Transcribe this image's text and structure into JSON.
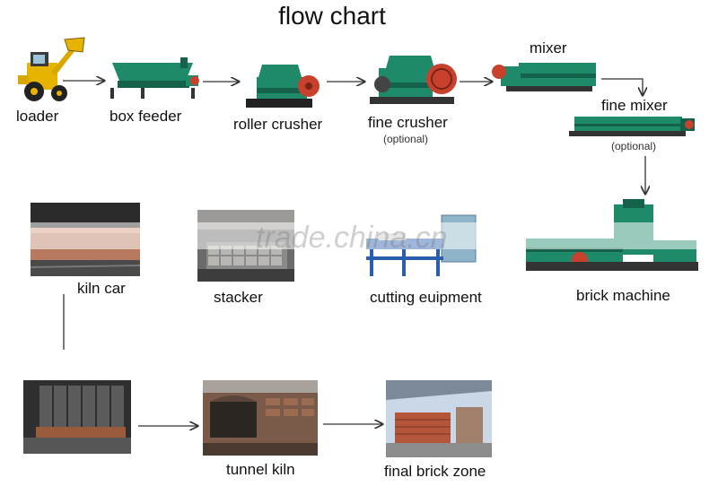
{
  "title": "flow chart",
  "watermark": "trade.china.cn",
  "colors": {
    "machine_teal": "#1f8a6a",
    "machine_dark": "#14624b",
    "accent_red": "#c8412c",
    "loader_yellow": "#e6b400",
    "brick_red": "#b4563a"
  },
  "stages": {
    "loader": {
      "label": "loader"
    },
    "box_feeder": {
      "label": "box feeder"
    },
    "roller_crusher": {
      "label": "roller crusher"
    },
    "fine_crusher": {
      "label": "fine crusher",
      "note": "(optional)"
    },
    "mixer": {
      "label": "mixer"
    },
    "fine_mixer": {
      "label": "fine mixer",
      "note": "(optional)"
    },
    "brick_machine": {
      "label": "brick machine"
    },
    "cutting_equipment": {
      "label": "cutting euipment"
    },
    "stacker": {
      "label": "stacker"
    },
    "kiln_car": {
      "label": "kiln car"
    },
    "tunnel_kiln": {
      "label": "tunnel kiln"
    },
    "final_brick_zone": {
      "label": "final brick zone"
    }
  }
}
